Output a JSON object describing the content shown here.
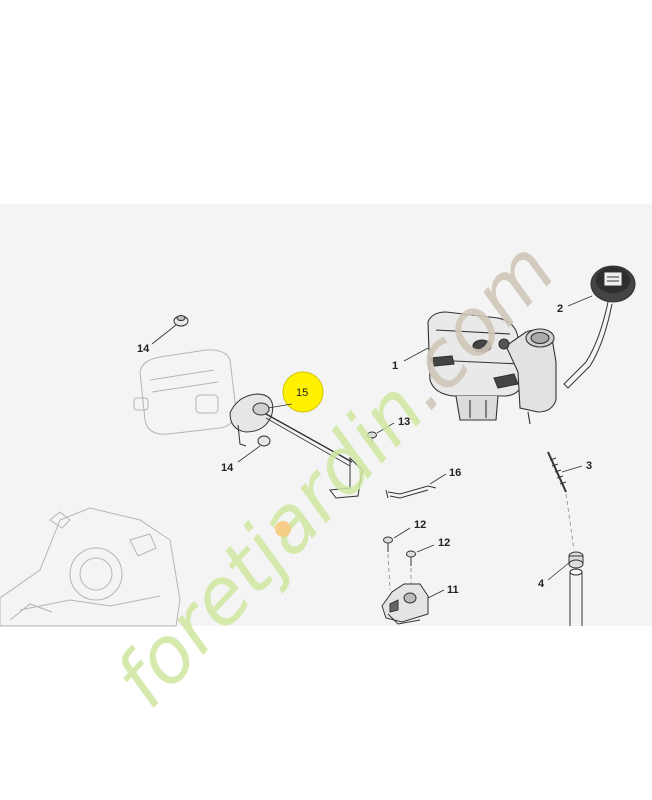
{
  "watermark": {
    "prefix": "foret",
    "middle": "jardin",
    "suffix": ".com"
  },
  "callouts": [
    {
      "id": "label-1",
      "text": "1"
    },
    {
      "id": "label-2",
      "text": "2"
    },
    {
      "id": "label-3",
      "text": "3"
    },
    {
      "id": "label-4",
      "text": "4"
    },
    {
      "id": "label-11",
      "text": "11"
    },
    {
      "id": "label-12a",
      "text": "12"
    },
    {
      "id": "label-12b",
      "text": "12"
    },
    {
      "id": "label-13",
      "text": "13"
    },
    {
      "id": "label-14a",
      "text": "14"
    },
    {
      "id": "label-14b",
      "text": "14"
    },
    {
      "id": "label-15",
      "text": "15"
    },
    {
      "id": "label-16",
      "text": "16"
    }
  ],
  "colors": {
    "background_band": "#f4f4f4",
    "line_art": "#333333",
    "highlight": "#fff200",
    "watermark_green": "#cfe6a0",
    "watermark_orange": "#f7c97e",
    "watermark_gray": "#cfc7b8"
  },
  "highlighted_part": "15"
}
